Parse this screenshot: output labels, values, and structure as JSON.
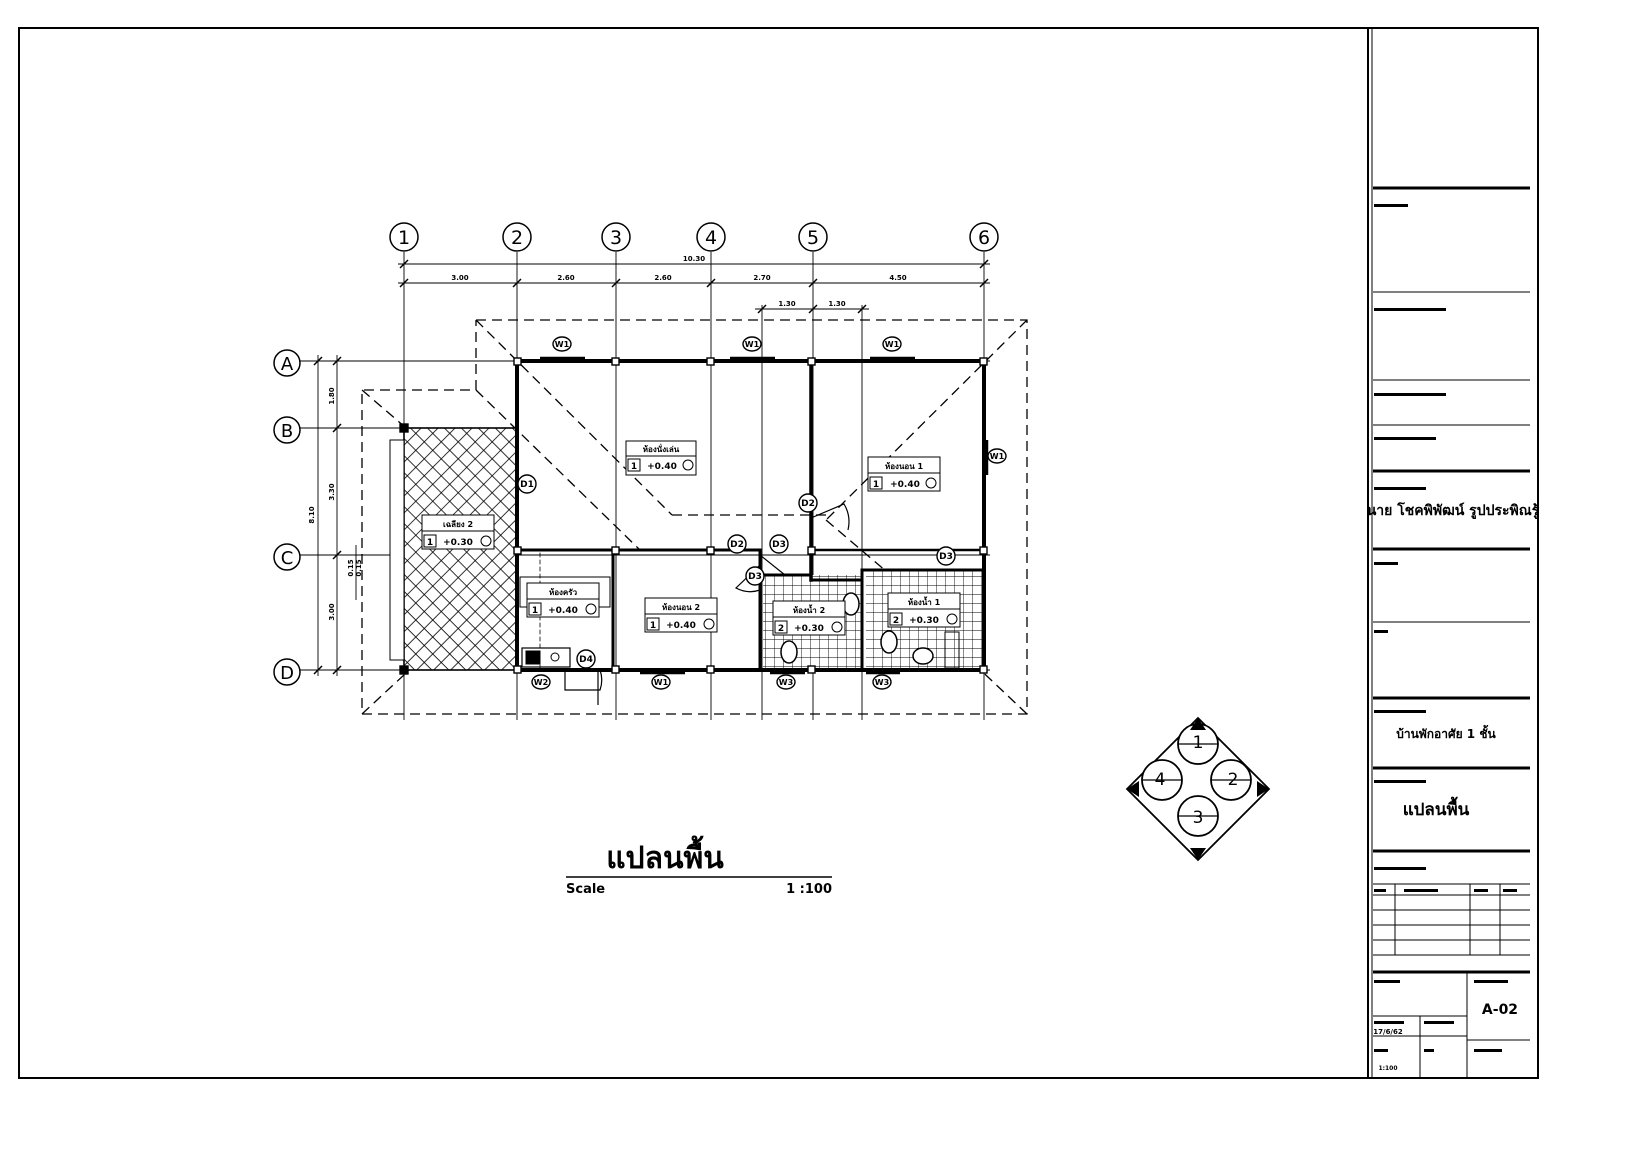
{
  "drawing": {
    "title": "แปลนพื้น",
    "scale_label": "Scale",
    "scale_value": "1 :100"
  },
  "grid": {
    "columns": [
      "1",
      "2",
      "3",
      "4",
      "5",
      "6"
    ],
    "rows": [
      "A",
      "B",
      "C",
      "D"
    ],
    "overall_width": "10.30",
    "column_spacings": [
      "3.00",
      "2.60",
      "2.60",
      "2.70",
      "4.50"
    ],
    "sub_spacings": [
      "1.30",
      "1.30"
    ],
    "overall_depth": "8.10",
    "row_spacings": [
      "1.80",
      "3.30",
      "3.00"
    ],
    "small_dim": "0.15"
  },
  "rooms": [
    {
      "name": "ห้องนั่งเล่น",
      "floor": "1",
      "level": "+0.40"
    },
    {
      "name": "ห้องนอน 1",
      "floor": "1",
      "level": "+0.40"
    },
    {
      "name": "เฉลียง 2",
      "floor": "1",
      "level": "+0.30"
    },
    {
      "name": "ห้องครัว",
      "floor": "1",
      "level": "+0.40"
    },
    {
      "name": "ห้องนอน 2",
      "floor": "1",
      "level": "+0.40"
    },
    {
      "name": "ห้องน้ำ 2",
      "floor": "2",
      "level": "+0.30"
    },
    {
      "name": "ห้องน้ำ 1",
      "floor": "2",
      "level": "+0.30"
    }
  ],
  "tags": {
    "windows": [
      "W1",
      "W1",
      "W1",
      "W1",
      "W1",
      "W2",
      "W3",
      "W3"
    ],
    "doors": [
      "D1",
      "D2",
      "D2",
      "D3",
      "D3",
      "D3",
      "D4"
    ]
  },
  "compass": [
    "1",
    "2",
    "3",
    "4"
  ],
  "title_block": {
    "owner_name": "นาย โชคพิพัฒน์ รูปประพิณรู้",
    "project_name": "บ้านพักอาศัย 1 ชั้น",
    "drawing_name": "แปลนพื้น",
    "date": "17/6/62",
    "sheet_no": "A-02",
    "scale": "1:100"
  }
}
